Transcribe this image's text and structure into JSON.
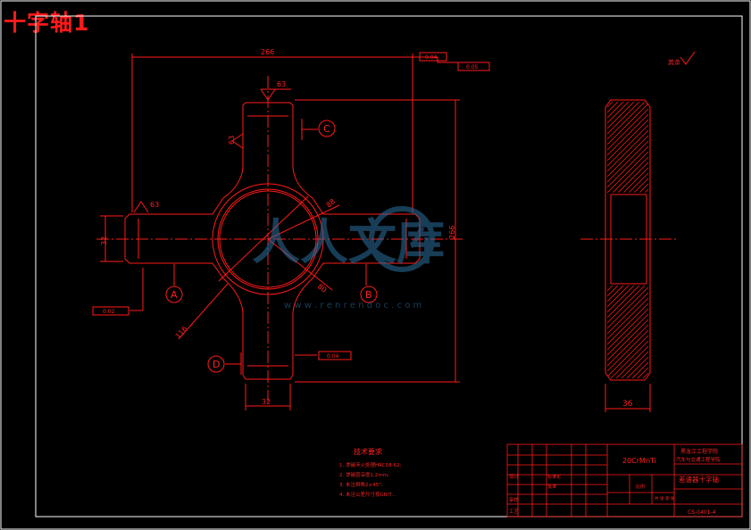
{
  "drawing_title": "十字轴1",
  "dimensions": {
    "overall_width": "266",
    "tol_top_right": "0.04",
    "pos_top_right": "0.05",
    "arm_width": "63",
    "surface_finish_arm_side": "63",
    "surface_finish_arm_left": "63",
    "dia_ring": "88",
    "dia_inner": "80",
    "dia_outer": "116",
    "left_arm_dia": "32",
    "overall_height": "266",
    "bottom_arm": "32",
    "side_view_thickness": "36",
    "tol_left": "0.02",
    "tol_bottom": "0.04"
  },
  "datum_labels": {
    "a": "A",
    "b": "B",
    "c": "C",
    "d": "D"
  },
  "roughness_note": "其余",
  "technical_requirements": {
    "heading": "技术要求",
    "items": [
      "1. 渗碳淬火处理HRC58-62;",
      "2. 渗碳层深度1.2mm;",
      "3. 未注倒角2×45°;",
      "4. 未注公差尺寸按GB/T..."
    ]
  },
  "title_block": {
    "material": "20CrMnTi",
    "school_line1": "黑龙江工程学院",
    "school_line2": "汽车与交通工程学院",
    "part_name": "差速器十字轴",
    "scale_label": "比例",
    "sheet_label": "共 张 第 张",
    "design_label": "设计",
    "check_label": "审核",
    "process_label": "工艺",
    "std_label": "标准化",
    "approve_label": "批准",
    "drawing_no": "CS-0401-4"
  },
  "watermark": {
    "text": "人人文库",
    "url": "w w w . r e n r e n d o c . c o m"
  },
  "colors": {
    "line": "#ff1a1a",
    "frame": "#ffffff",
    "watermark": "#2b6f9e",
    "background": "#000000"
  }
}
